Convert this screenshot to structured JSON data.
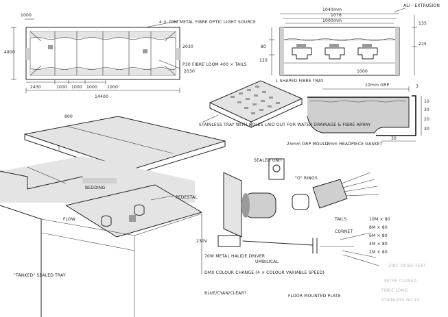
{
  "plan_view": {
    "dim_top": "1000",
    "dim_left": "4800",
    "dim_right_1": "2030",
    "dim_right_2": "2030",
    "dim_bottom_segments": [
      "2430",
      "1000",
      "1000",
      "1000",
      "1000"
    ],
    "dim_total": "14400",
    "note_fibre_optic": "4 × 70W METAL FIBRE OPTIC LIGHT SOURCE",
    "note_fibre_loom": "P30 FIBRE LOOM 400 × TAILS"
  },
  "section_view": {
    "dim_top_1": "1040mm",
    "dim_top_2": "1076",
    "dim_top_3": "1000mm",
    "dim_left_1": "80",
    "dim_left_2": "120",
    "dim_right_1": "135",
    "dim_right_2": "225",
    "note_ali_extrusion": "ALI - EXTRUSION",
    "note_channel": "L SHAPED FIBRE TRAY"
  },
  "edge_detail": {
    "dim_top": "1000",
    "dim_side_1": "3",
    "dim_side_2": "10",
    "dim_side_3": "30",
    "dim_side_4": "20",
    "dim_side_5": "30",
    "dim_bottom": "30",
    "note_top": "10mm GRP"
  },
  "tray_iso": {
    "note_tray": "STAINLESS TRAY WITH HOLES LAID OUT FOR WATER DRAINAGE & FIBRE ARRAY",
    "note_grp": "25mm GRP MOULD",
    "note_headpiece": "2mm HEADPIECE GASKET"
  },
  "main_iso": {
    "dim_top": "800",
    "note_bedding": "BEDDING",
    "note_pedestal": "PEDESTAL",
    "note_flow": "FLOW",
    "note_tanked_tray": "\"TANKED\" SEALED TRAY"
  },
  "fittings": {
    "note_sealed": "SEALED UNIT",
    "note_o_rings": "\"O\" RINGS",
    "note_umbilical": "UMBILICAL",
    "note_wall_plate": "FLOOR MOUNTED PLATE",
    "note_driver_label": "230V",
    "note_driver": "70W METAL HALIDE DRIVER",
    "note_driver_2": "DMX COLOUR CHANGE (4 × COLOUR VARIABLE SPEED)",
    "note_driver_3": "BLUE/CYAN/CLEAR?",
    "tails_label": "TAILS",
    "tails_label_2": "CORNET",
    "tails": [
      "10M × 80",
      "8M × 80",
      "6M × 80",
      "4M × 80",
      "2M × 80"
    ],
    "faint_notes": [
      "ZINC OXIDE FEAT",
      "MITRE CLOSED",
      "FIBRE LONG",
      "STAINLESS NO 10"
    ]
  }
}
